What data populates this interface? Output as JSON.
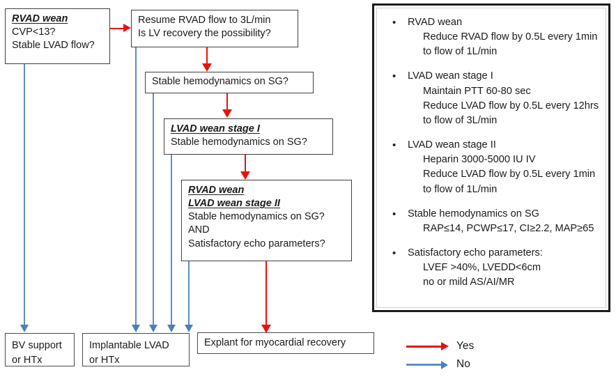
{
  "diagram": {
    "title": "RVAD/LVAD weaning algorithm",
    "colors": {
      "yes": "#e8120c",
      "no": "#5b8fc9",
      "box_border": "#3f3f3f",
      "panel_border": "#1c1c1c"
    },
    "nodes": [
      {
        "id": "rvad-wean-initial",
        "heading": "RVAD wean",
        "lines": [
          "CVP<13?",
          "Stable LVAD flow?"
        ]
      },
      {
        "id": "resume-rvad-flow",
        "heading": "",
        "lines": [
          "Resume RVAD flow to 3L/min",
          "Is LV recovery the possibility?"
        ]
      },
      {
        "id": "stable-hemodynamics",
        "heading": "",
        "lines": [
          "Stable hemodynamics on SG?"
        ]
      },
      {
        "id": "lvad-wean-stage-1",
        "heading": "LVAD wean stage I",
        "lines": [
          "Stable hemodynamics on SG?"
        ]
      },
      {
        "id": "rvad-lvad-wean-stage-2",
        "heading": "RVAD wean",
        "heading2": "LVAD wean stage II",
        "lines": [
          "Stable hemodynamics on SG?",
          "AND",
          "Satisfactory echo parameters?"
        ]
      }
    ],
    "terminals": [
      {
        "id": "bv-support",
        "lines": [
          "BV support",
          "or HTx"
        ]
      },
      {
        "id": "implantable-lvad",
        "lines": [
          "Implantable LVAD",
          "or HTx"
        ]
      },
      {
        "id": "explant",
        "lines": [
          "Explant for myocardial recovery"
        ]
      }
    ],
    "legend": [
      {
        "label": "Yes",
        "color": "#e8120c",
        "kind": "yes-arrow"
      },
      {
        "label": "No",
        "color": "#5b8fc9",
        "kind": "no-arrow"
      }
    ]
  },
  "definitions": {
    "bullet_glyph": "•",
    "groups": [
      {
        "title": "RVAD wean",
        "sublines": [
          "Reduce RVAD flow by 0.5L every 1min",
          "to flow of 1L/min"
        ]
      },
      {
        "title": "LVAD wean stage I",
        "sublines": [
          "Maintain PTT 60-80 sec",
          "Reduce LVAD flow by 0.5L every 12hrs",
          "to flow of 3L/min"
        ]
      },
      {
        "title": "LVAD wean stage II",
        "sublines": [
          "Heparin 3000-5000 IU IV",
          "Reduce LVAD flow by 0.5L every 1min",
          "to flow of 1L/min"
        ]
      },
      {
        "title": "Stable hemodynamics on SG",
        "sublines": [
          "RAP≤14, PCWP≤17, CI≥2.2, MAP≥65"
        ]
      },
      {
        "title": "Satisfactory echo parameters:",
        "sublines": [
          "LVEF >40%, LVEDD<6cm",
          "no or mild AS/AI/MR"
        ]
      }
    ]
  }
}
